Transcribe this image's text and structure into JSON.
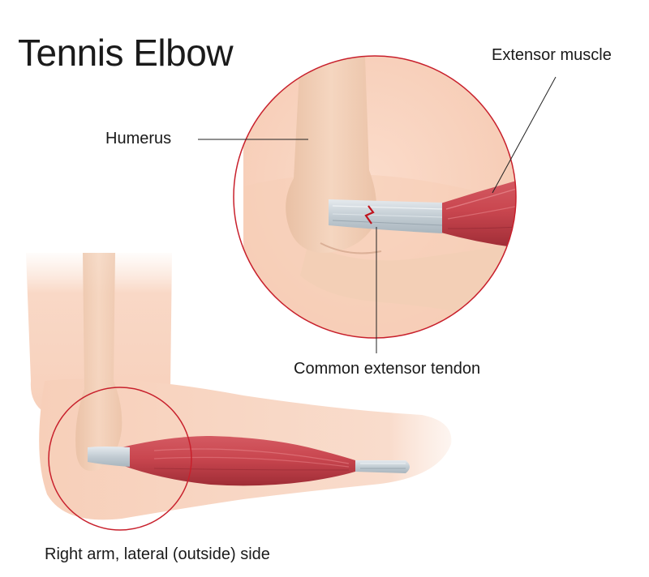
{
  "title": "Tennis Elbow",
  "labels": {
    "extensor_muscle": "Extensor muscle",
    "humerus": "Humerus",
    "common_extensor_tendon": "Common extensor tendon"
  },
  "caption": "Right arm, lateral (outside) side",
  "colors": {
    "skin": "#f8d3bf",
    "bone": "#f2cdb3",
    "muscle": "#c2444f",
    "tendon": "#cfd7dd",
    "circle_outline": "#c8202c",
    "tear": "#c0141e",
    "leader_line": "#222222"
  }
}
